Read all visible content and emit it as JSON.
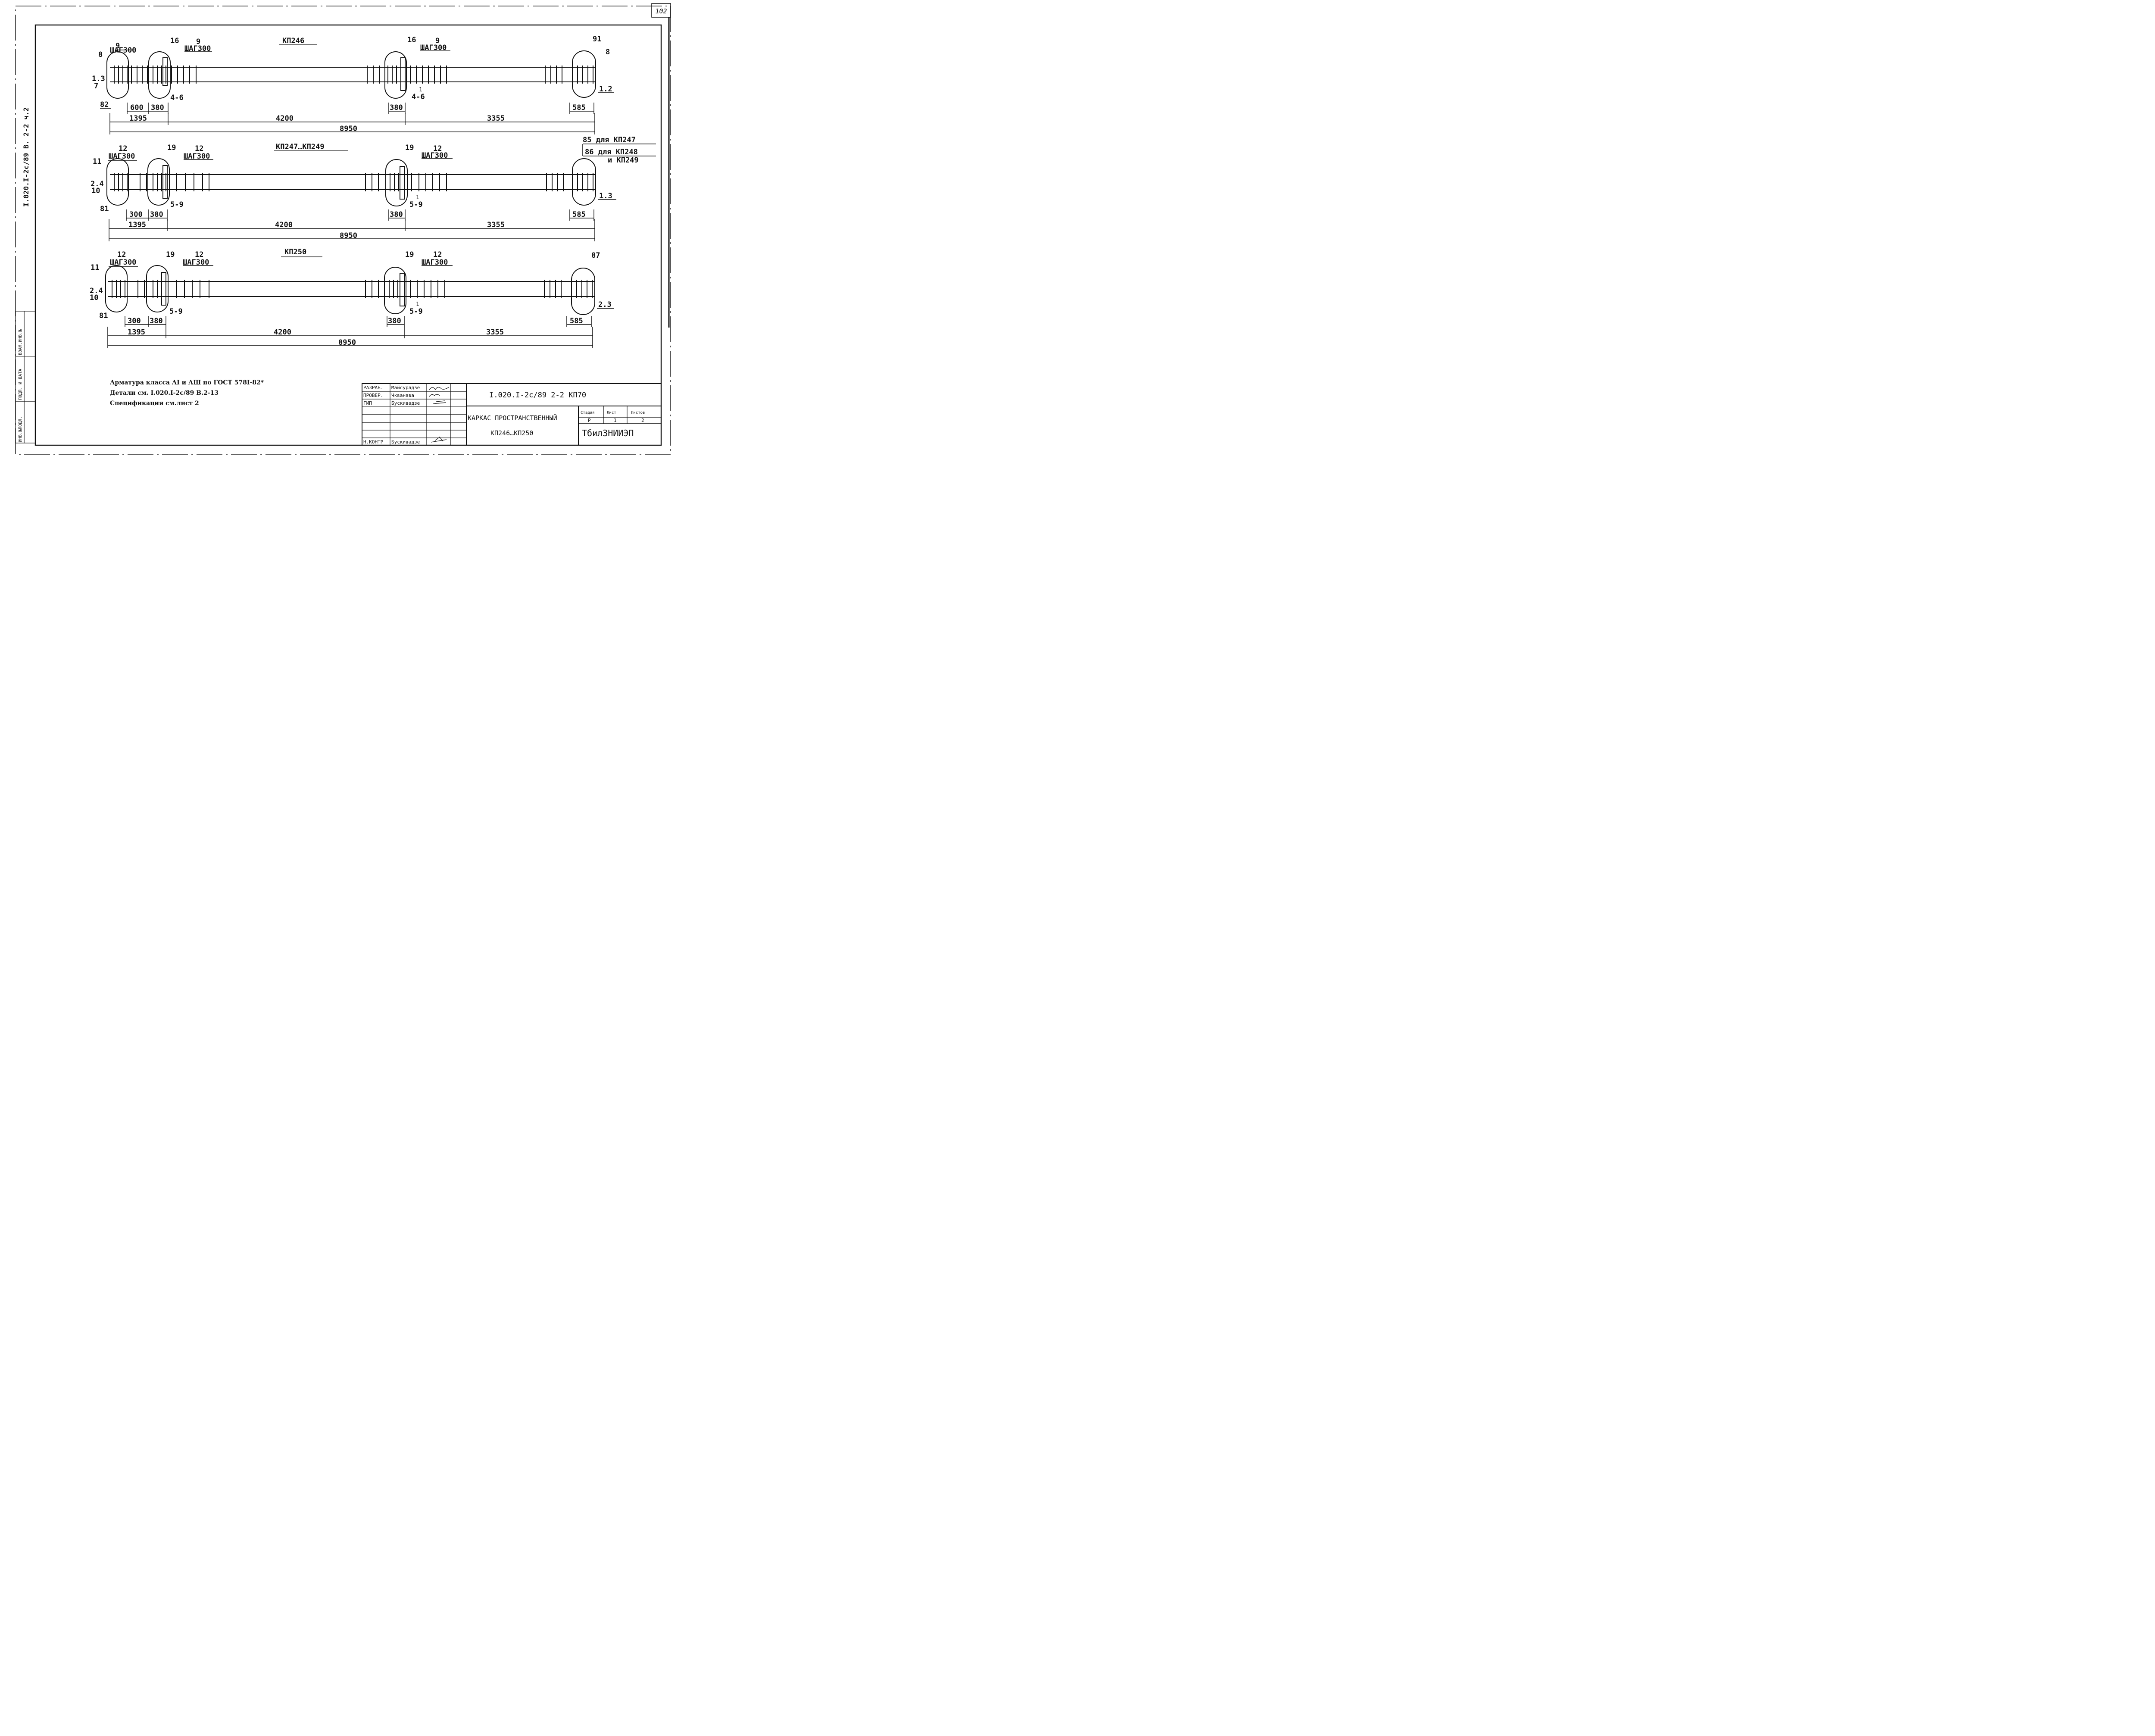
{
  "sheet": {
    "page_number": "102",
    "side_code": "I.020.I-2c/89 В. 2-2 ч.2",
    "side_stamps": [
      "ИНВ.№ПОДЛ.",
      "ПОДП. И ДАТА",
      "ВЗАМ.ИНВ.№"
    ]
  },
  "cages": [
    {
      "title": "КП246",
      "callouts": [
        "9",
        "ШАГ300",
        "16",
        "9",
        "ШАГ300",
        "8",
        "1.3",
        "7",
        "82",
        "4-6",
        "16",
        "9",
        "ШАГ300",
        "1",
        "4-6",
        "91",
        "8",
        "1.2"
      ],
      "sub_dims": [
        "600",
        "380",
        "380",
        "585"
      ],
      "dims": [
        "1395",
        "4200",
        "3355"
      ],
      "total": "8950"
    },
    {
      "title": "КП247…КП249",
      "callouts": [
        "12",
        "ШАГ300",
        "19",
        "12",
        "ШАГ300",
        "11",
        "2.4",
        "10",
        "81",
        "5-9",
        "19",
        "12",
        "ШАГ300",
        "1",
        "5-9",
        "1.3"
      ],
      "right_labels": [
        "85 для КП247",
        "86 для КП248",
        "и КП249"
      ],
      "sub_dims": [
        "300",
        "380",
        "380",
        "585"
      ],
      "dims": [
        "1395",
        "4200",
        "3355"
      ],
      "total": "8950"
    },
    {
      "title": "КП250",
      "callouts": [
        "12",
        "ШАГ300",
        "19",
        "12",
        "ШАГ300",
        "11",
        "2.4",
        "10",
        "81",
        "5-9",
        "19",
        "12",
        "ШАГ300",
        "1",
        "5-9",
        "87",
        "2.3"
      ],
      "sub_dims": [
        "300",
        "380",
        "380",
        "585"
      ],
      "dims": [
        "1395",
        "4200",
        "3355"
      ],
      "total": "8950"
    }
  ],
  "notes": [
    "Арматура класса АI и АШ по ГОСТ 578I-82*",
    "Детали см. I.020.I-2с/89 В.2-13",
    "Спецификация см.лист 2"
  ],
  "title_block": {
    "roles": [
      "РАЗРАБ.",
      "ПРОВЕР.",
      "ГИП",
      "Н.КОНТР"
    ],
    "names": [
      "Майсурадзе",
      "Чкванава",
      "Бускивадзе",
      "Бускивадзе"
    ],
    "doc_code": "I.020.I-2с/89 2-2 КП70",
    "title_line1": "КАРКАС ПРОСТРАНСТВЕННЫЙ",
    "title_line2": "КП246…КП250",
    "stage_header": "Стадия",
    "sheet_header": "Лист",
    "sheets_header": "Листов",
    "stage": "Р",
    "sheet_no": "1",
    "sheets_total": "2",
    "org": "ТбилЗНИИЭП"
  }
}
